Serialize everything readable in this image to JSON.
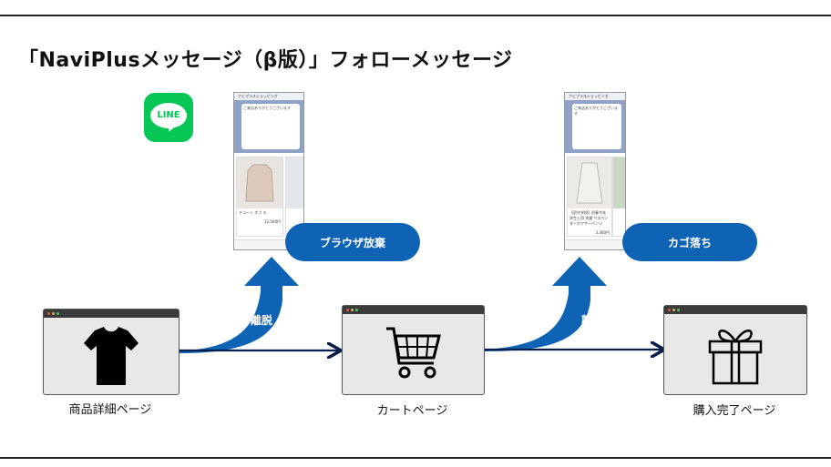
{
  "title": "「NaviPlusメッセージ（β版）」フォローメッセージ",
  "logo": {
    "text": "LINE",
    "color": "#06c755"
  },
  "accent": "#0e63b5",
  "phones": [
    {
      "header": "ナビプラスショッピング",
      "message": "ご来店ありがとうございます",
      "product": "チコート オブ Ｓ",
      "price": "12,500円"
    },
    {
      "header": "ナビプラスショッピング",
      "message": "ご来店ありがとうございます",
      "product": "【初守学校】初春今年 学生入用 夫婦 サスペンダーボクサーパンツ",
      "price": "3,300円"
    }
  ],
  "pills": {
    "browser_abandon": "ブラウザ放棄",
    "cart_abandon": "カゴ落ち"
  },
  "exit_label": "離脱",
  "pages": {
    "product_detail": {
      "label": "商品詳細ページ",
      "icon": "tshirt-icon"
    },
    "cart": {
      "label": "カートページ",
      "icon": "cart-icon"
    },
    "purchase_complete": {
      "label": "購入完了ページ",
      "icon": "gift-icon"
    }
  }
}
